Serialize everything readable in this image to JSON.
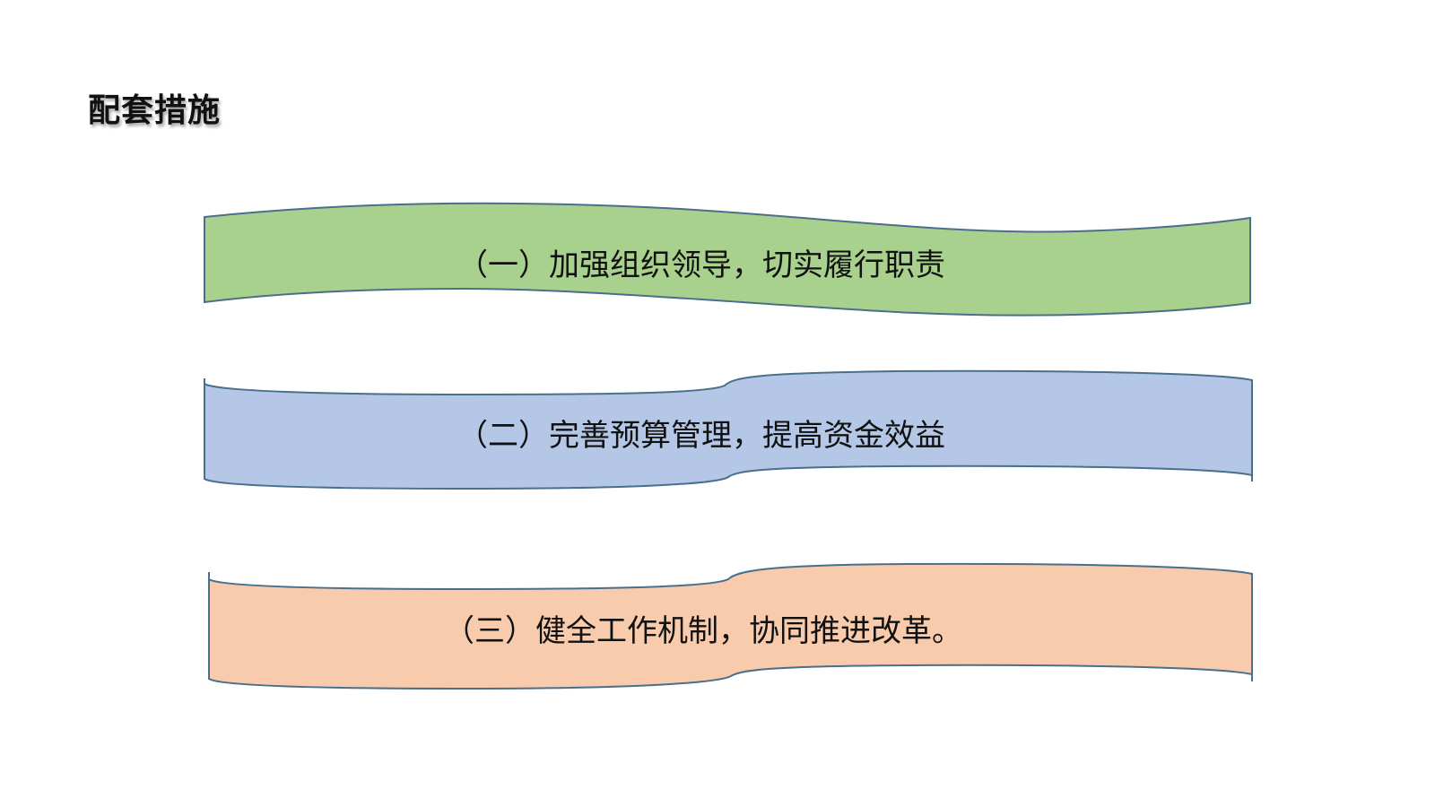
{
  "slide": {
    "title": "配套措施",
    "banners": [
      {
        "label": "（一）加强组织领导，切实履行职责",
        "fill": "#a9d18e",
        "stroke": "#4a6f8a"
      },
      {
        "label": "（二）完善预算管理，提高资金效益",
        "fill": "#b4c7e7",
        "stroke": "#4a6f8a"
      },
      {
        "label": "（三）健全工作机制，协同推进改革。",
        "fill": "#f8cbad",
        "stroke": "#4a6f8a"
      }
    ]
  }
}
